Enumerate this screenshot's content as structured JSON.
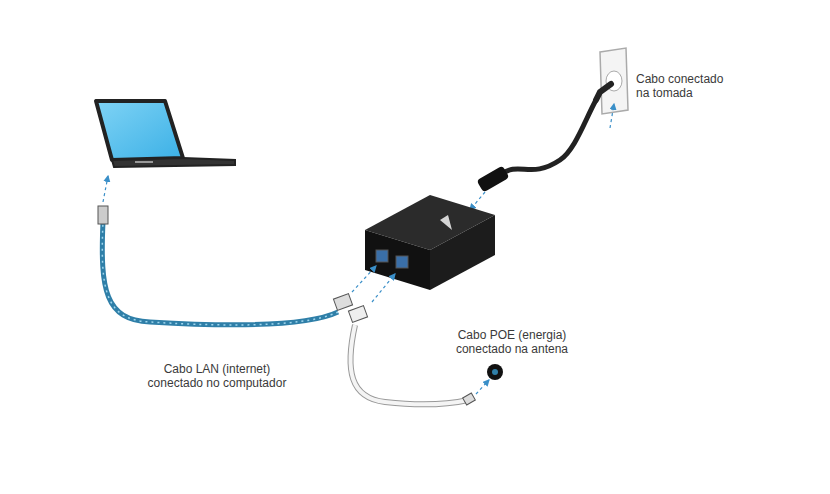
{
  "diagram": {
    "labels": [
      "Cabo conectado na tomada",
      "Cabo LAN (internet) conectado no computador",
      "Cabo POE (energia) conectado na antena"
    ]
  }
}
